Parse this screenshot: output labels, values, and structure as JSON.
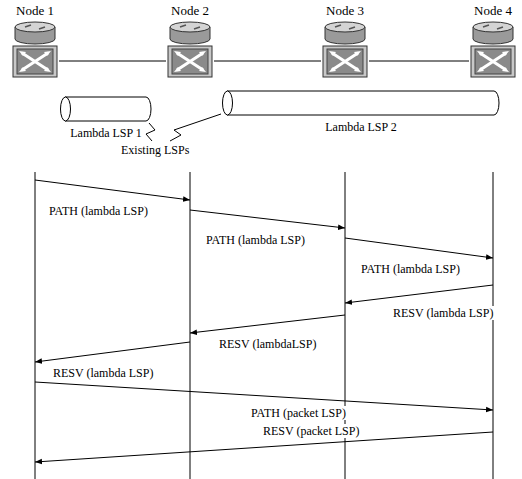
{
  "diagram": {
    "nodes": [
      {
        "text": [
          "Node 1"
        ]
      },
      {
        "text": [
          "Node 2"
        ]
      },
      {
        "text": [
          "Node 3"
        ]
      },
      {
        "text": [
          "Node 4"
        ]
      },
      {
        "text": [
          "Lambda LSP 1"
        ]
      },
      {
        "text": [
          "Lambda LSP 2"
        ]
      }
    ],
    "edges": [
      {
        "from": 0,
        "to": 1,
        "arrow": "none"
      },
      {
        "from": 1,
        "to": 2,
        "arrow": "none"
      },
      {
        "from": 2,
        "to": 3,
        "arrow": "none"
      },
      {
        "from": 0,
        "to": 1,
        "label": "PATH (lambda LSP)",
        "arrow": "to"
      },
      {
        "from": 1,
        "to": 2,
        "label": "PATH (lambda LSP)",
        "arrow": "to"
      },
      {
        "from": 2,
        "to": 3,
        "label": "PATH (lambda LSP)",
        "arrow": "to"
      },
      {
        "from": 3,
        "to": 2,
        "label": "RESV (lambda LSP)",
        "arrow": "to"
      },
      {
        "from": 2,
        "to": 1,
        "label": "RESV (lambdaLSP)",
        "arrow": "to"
      },
      {
        "from": 1,
        "to": 0,
        "label": "RESV (lambda LSP)",
        "arrow": "to"
      },
      {
        "from": 0,
        "to": 3,
        "label": "PATH (packet LSP)",
        "arrow": "to"
      },
      {
        "from": 3,
        "to": 0,
        "label": "RESV (packet LSP)",
        "arrow": "to"
      }
    ],
    "labels": [
      "Existing LSPs"
    ]
  }
}
